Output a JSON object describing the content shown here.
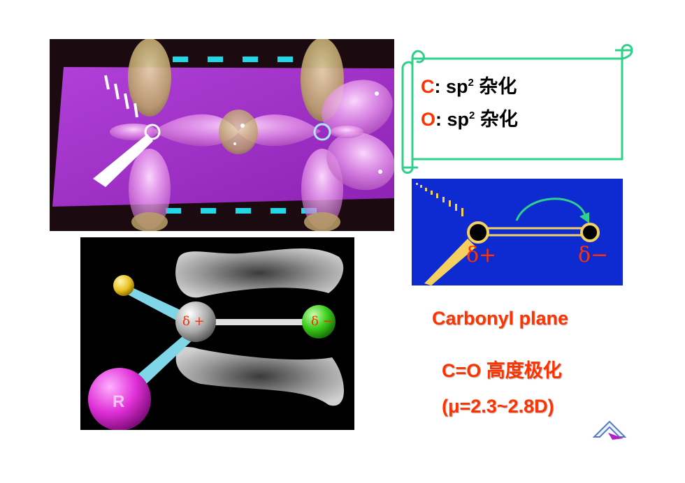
{
  "scroll": {
    "c_symbol": "C",
    "c_rest": ": sp",
    "c_sup": "2",
    "c_hybrid": "杂化",
    "o_symbol": "O",
    "o_rest": ": sp",
    "o_sup": "2",
    "o_hybrid": "杂化"
  },
  "polarity": {
    "delta_plus": "δ+",
    "delta_minus": "δ−"
  },
  "model": {
    "carbon_charge": "δ +",
    "oxygen_charge": "δ −",
    "r_group": "R"
  },
  "captions": {
    "plane": "Carbonyl plane",
    "polarized": "C=O 高度极化",
    "dipole": "(μ=2.3~2.8D)"
  },
  "icons": {
    "nav": "home-navigation-icon"
  },
  "colors": {
    "accent_red": "#ff3300",
    "scroll_green": "#2fd08a",
    "plane_purple": "#a030c8",
    "panel_blue": "#0d2bd0",
    "dash_cyan": "#22d8e6"
  }
}
